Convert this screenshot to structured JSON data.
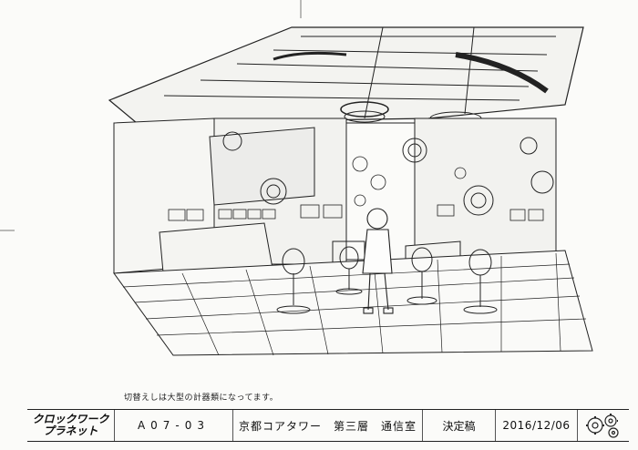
{
  "note": "切替えしは大型の計器類になってます。",
  "footer": {
    "logo_line1": "クロックワーク",
    "logo_line2": "プラネット",
    "cut_number": "A07-03",
    "location": "京都コアタワー　第三層　通信室",
    "status": "決定稿",
    "date": "2016/12/06"
  },
  "icons": {
    "gears": "gear-cluster-icon"
  }
}
